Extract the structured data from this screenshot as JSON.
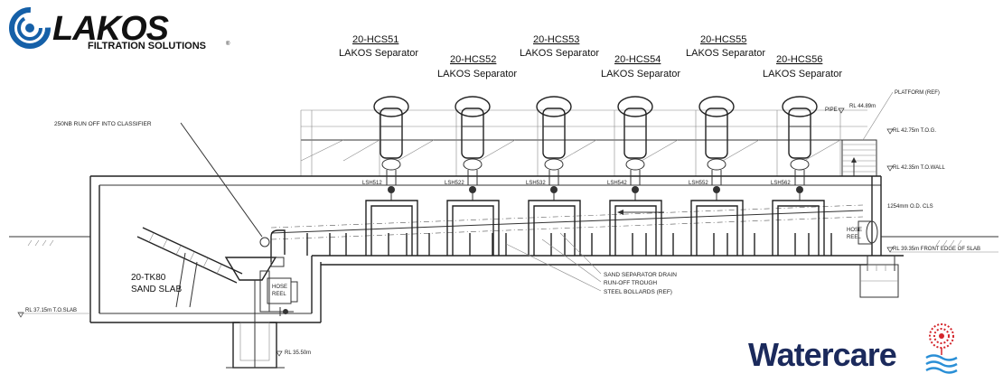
{
  "logo": {
    "lakos_main": "LAKOS",
    "lakos_sub": "FILTRATION SOLUTIONS",
    "lakos_trademark": "®",
    "watercare": "Watercare"
  },
  "separators": [
    {
      "id": "20-HCS51",
      "label": "LAKOS Separator",
      "switch": "LSH512"
    },
    {
      "id": "20-HCS52",
      "label": "LAKOS Separator",
      "switch": "LSH522"
    },
    {
      "id": "20-HCS53",
      "label": "LAKOS Separator",
      "switch": "LSH532"
    },
    {
      "id": "20-HCS54",
      "label": "LAKOS Separator",
      "switch": "LSH542"
    },
    {
      "id": "20-HCS55",
      "label": "LAKOS Separator",
      "switch": "LSH552"
    },
    {
      "id": "20-HCS56",
      "label": "LAKOS Separator",
      "switch": "LSH562"
    }
  ],
  "notes": {
    "runoff": "250NB RUN OFF INTO CLASSIFIER",
    "tank_id": "20-TK80",
    "tank_name": "SAND SLAB",
    "hose_reel_left_1": "HOSE",
    "hose_reel_left_2": "REEL",
    "hose_reel_right_1": "HOSE",
    "hose_reel_right_2": "REEL",
    "sand_drain_1": "SAND SEPARATOR DRAIN",
    "sand_drain_2": "RUN-OFF TROUGH",
    "bollards": "STEEL BOLLARDS (REF)",
    "pipe": "PIPE",
    "platform": "PLATFORM (REF)",
    "rl_4489": "RL 44.89m",
    "rl_4275": "RL 42.75m T.O.G.",
    "rl_4235": "RL 42.35m T.O.WALL",
    "cls": "1254mm O.D. CLS",
    "rl_3935": "RL 39.35m FRONT EDGE OF SLAB",
    "rl_3715": "RL 37.15m T.O.SLAB",
    "rl_3550": "RL 35.50m"
  },
  "colors": {
    "lakos_blue": "#1560a8",
    "lakos_black": "#111111",
    "watercare_navy": "#1b2a5c",
    "watercare_red": "#d4262c",
    "watercare_blue": "#2a8fd6",
    "line": "#333333"
  }
}
